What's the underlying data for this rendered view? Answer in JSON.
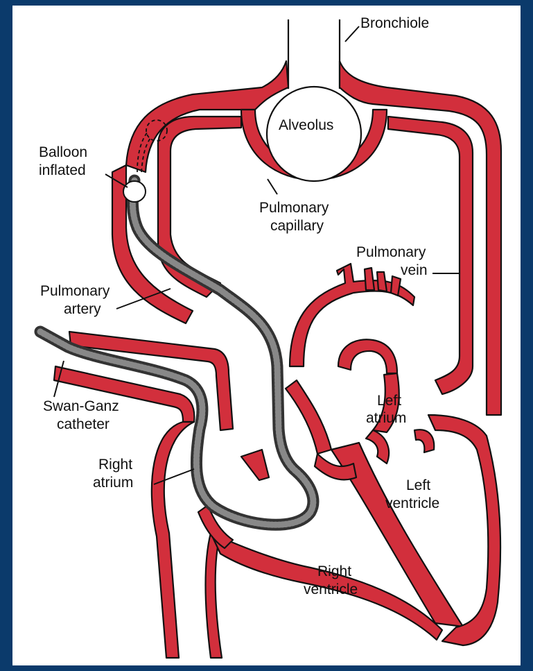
{
  "labels": {
    "bronchiole": "Bronchiole",
    "alveolus": "Alveolus",
    "balloon_line1": "Balloon",
    "balloon_line2": "inflated",
    "pulmonary_capillary_line1": "Pulmonary",
    "pulmonary_capillary_line2": "capillary",
    "pulmonary_vein_line1": "Pulmonary",
    "pulmonary_vein_line2": "vein",
    "pulmonary_artery_line1": "Pulmonary",
    "pulmonary_artery_line2": "artery",
    "swan_ganz_line1": "Swan-Ganz",
    "swan_ganz_line2": "catheter",
    "left_atrium_line1": "Left",
    "left_atrium_line2": "atrium",
    "right_atrium_line1": "Right",
    "right_atrium_line2": "atrium",
    "left_ventricle_line1": "Left",
    "left_ventricle_line2": "ventricle",
    "right_ventricle_line1": "Right",
    "right_ventricle_line2": "ventricle"
  },
  "colors": {
    "frame": "#0b3a6b",
    "vessel_wall": "#d22f3c",
    "outline": "#111111",
    "catheter": "#333333"
  }
}
